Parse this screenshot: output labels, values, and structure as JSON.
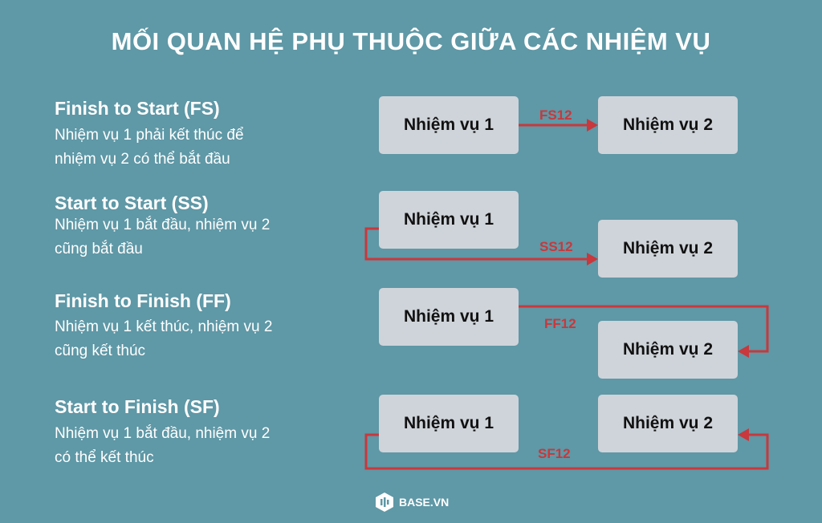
{
  "title": "MỐI QUAN HỆ PHỤ THUỘC GIỮA CÁC NHIỆM VỤ",
  "sections": [
    {
      "heading": "Finish to Start (FS)",
      "line1": "Nhiệm vụ 1 phải kết thúc để",
      "line2": "nhiệm vụ 2 có thể bắt đầu",
      "task1": "Nhiệm vụ 1",
      "task2": "Nhiệm vụ 2",
      "connector": "FS12"
    },
    {
      "heading": "Start to Start (SS)",
      "line1": "Nhiệm vụ 1 bắt đầu, nhiệm vụ 2",
      "line2": "cũng bắt đầu",
      "task1": "Nhiệm vụ 1",
      "task2": "Nhiệm vụ 2",
      "connector": "SS12"
    },
    {
      "heading": "Finish to Finish (FF)",
      "line1": "Nhiệm vụ 1 kết thúc, nhiệm vụ 2",
      "line2": "cũng kết thúc",
      "task1": "Nhiệm vụ 1",
      "task2": "Nhiệm vụ 2",
      "connector": "FF12"
    },
    {
      "heading": "Start to Finish (SF)",
      "line1": "Nhiệm vụ 1 bắt đầu, nhiệm vụ 2",
      "line2": "có thể kết thúc",
      "task1": "Nhiệm vụ 1",
      "task2": "Nhiệm vụ 2",
      "connector": "SF12"
    }
  ],
  "logo": {
    "text": "BASE.VN",
    "icon": "base-logo-icon"
  },
  "colors": {
    "background": "#5f98a6",
    "box": "#cfd4da",
    "connector": "#c8383c",
    "text": "#ffffff"
  }
}
